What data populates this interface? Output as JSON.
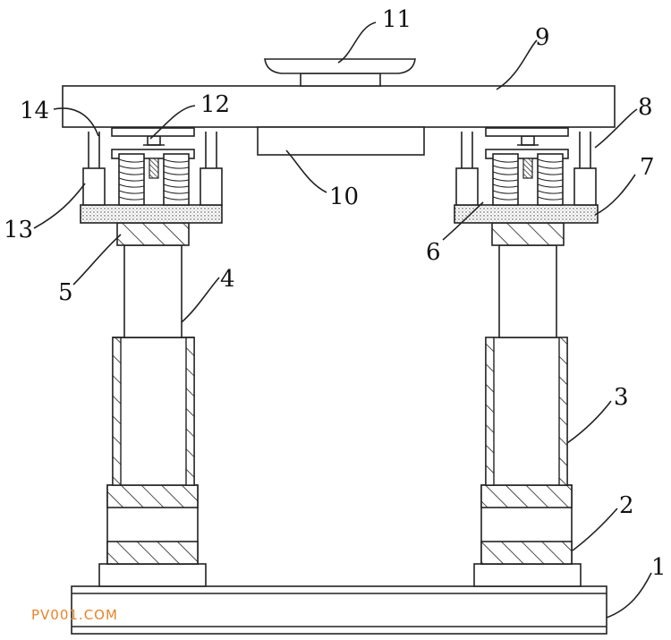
{
  "labels": {
    "l1": "1",
    "l2": "2",
    "l3": "3",
    "l4": "4",
    "l5": "5",
    "l6": "6",
    "l7": "7",
    "l8": "8",
    "l9": "9",
    "l10": "10",
    "l11": "11",
    "l12": "12",
    "l13": "13",
    "l14": "14"
  },
  "watermark": "PV001.COM",
  "colors": {
    "line": "#222222",
    "background": "#ffffff",
    "watermark": "#e8832a"
  }
}
